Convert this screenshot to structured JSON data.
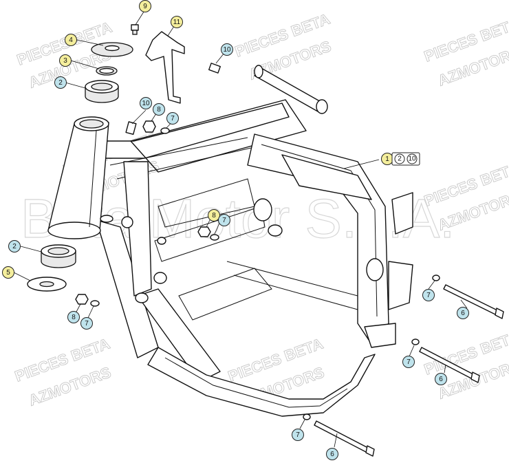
{
  "watermarks": {
    "line1": "PIECES BETA",
    "line2": "AZMOTORS",
    "center_text": "Beta Motor S.p.A."
  },
  "callouts": [
    {
      "id": "c9",
      "label": "9",
      "style": "yellow"
    },
    {
      "id": "c11",
      "label": "11",
      "style": "yellow"
    },
    {
      "id": "c4",
      "label": "4",
      "style": "yellow"
    },
    {
      "id": "c10a",
      "label": "10",
      "style": "blue"
    },
    {
      "id": "c3",
      "label": "3",
      "style": "yellow"
    },
    {
      "id": "c2a",
      "label": "2",
      "style": "blue"
    },
    {
      "id": "c10b",
      "label": "10",
      "style": "blue"
    },
    {
      "id": "c8a",
      "label": "8",
      "style": "blue"
    },
    {
      "id": "c7a",
      "label": "7",
      "style": "blue"
    },
    {
      "id": "c1",
      "label": "1",
      "style": "yellow"
    },
    {
      "id": "c8b",
      "label": "8",
      "style": "yellow"
    },
    {
      "id": "c7b",
      "label": "7",
      "style": "blue"
    },
    {
      "id": "c2b",
      "label": "2",
      "style": "blue"
    },
    {
      "id": "c5",
      "label": "5",
      "style": "yellow"
    },
    {
      "id": "c7c",
      "label": "7",
      "style": "blue"
    },
    {
      "id": "c6a",
      "label": "6",
      "style": "blue"
    },
    {
      "id": "c8c",
      "label": "8",
      "style": "blue"
    },
    {
      "id": "c7d",
      "label": "7",
      "style": "blue"
    },
    {
      "id": "c7e",
      "label": "7",
      "style": "blue"
    },
    {
      "id": "c6b",
      "label": "6",
      "style": "blue"
    },
    {
      "id": "c7f",
      "label": "7",
      "style": "blue"
    },
    {
      "id": "c6c",
      "label": "6",
      "style": "blue"
    }
  ],
  "kit_box": {
    "items": [
      "2",
      "10"
    ]
  },
  "colors": {
    "blue": "#bfe3ec",
    "yellow": "#f4ee9c",
    "line": "#111111",
    "watermark": "#c8c8c8"
  }
}
